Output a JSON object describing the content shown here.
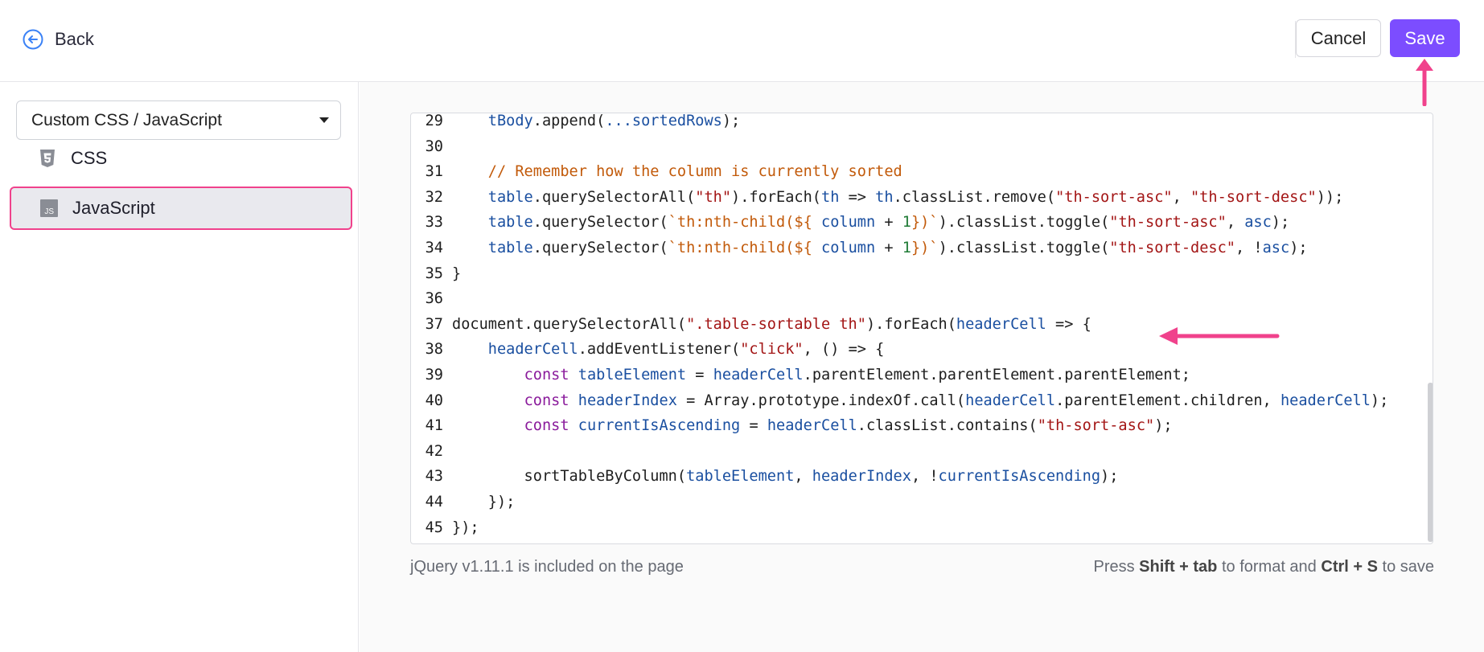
{
  "header": {
    "back_label": "Back",
    "cancel_label": "Cancel",
    "save_label": "Save",
    "accent_color": "#7c4dff"
  },
  "sidebar": {
    "select_value": "Custom CSS / JavaScript",
    "items": [
      {
        "label": "CSS",
        "icon": "css3-icon",
        "selected": false
      },
      {
        "label": "JavaScript",
        "icon": "js-icon",
        "selected": true
      }
    ]
  },
  "editor": {
    "language": "javascript",
    "lines": [
      {
        "n": "29",
        "tokens": [
          [
            "",
            "    "
          ],
          [
            "var",
            "tBody"
          ],
          [
            "",
            ".append("
          ],
          [
            "var",
            "...sortedRows"
          ],
          [
            "",
            ");"
          ]
        ]
      },
      {
        "n": "30",
        "tokens": []
      },
      {
        "n": "31",
        "tokens": [
          [
            "",
            "    "
          ],
          [
            "com",
            "// Remember how the column is currently sorted"
          ]
        ]
      },
      {
        "n": "32",
        "tokens": [
          [
            "",
            "    "
          ],
          [
            "var",
            "table"
          ],
          [
            "",
            ".querySelectorAll("
          ],
          [
            "str",
            "\"th\""
          ],
          [
            "",
            ").forEach("
          ],
          [
            "var",
            "th"
          ],
          [
            "",
            " => "
          ],
          [
            "var",
            "th"
          ],
          [
            "",
            ".classList.remove("
          ],
          [
            "str",
            "\"th-sort-asc\""
          ],
          [
            "",
            ", "
          ],
          [
            "str",
            "\"th-sort-desc\""
          ],
          [
            "",
            "));"
          ]
        ]
      },
      {
        "n": "33",
        "tokens": [
          [
            "",
            "    "
          ],
          [
            "var",
            "table"
          ],
          [
            "",
            ".querySelector("
          ],
          [
            "tpl",
            "`th:nth-child(${"
          ],
          [
            "",
            " "
          ],
          [
            "var",
            "column"
          ],
          [
            "",
            " + "
          ],
          [
            "num",
            "1"
          ],
          [
            "tpl",
            "})`"
          ],
          [
            "",
            ").classList.toggle("
          ],
          [
            "str",
            "\"th-sort-asc\""
          ],
          [
            "",
            ", "
          ],
          [
            "var",
            "asc"
          ],
          [
            "",
            ");"
          ]
        ]
      },
      {
        "n": "34",
        "tokens": [
          [
            "",
            "    "
          ],
          [
            "var",
            "table"
          ],
          [
            "",
            ".querySelector("
          ],
          [
            "tpl",
            "`th:nth-child(${"
          ],
          [
            "",
            " "
          ],
          [
            "var",
            "column"
          ],
          [
            "",
            " + "
          ],
          [
            "num",
            "1"
          ],
          [
            "tpl",
            "})`"
          ],
          [
            "",
            ").classList.toggle("
          ],
          [
            "str",
            "\"th-sort-desc\""
          ],
          [
            "",
            ", !"
          ],
          [
            "var",
            "asc"
          ],
          [
            "",
            ");"
          ]
        ]
      },
      {
        "n": "35",
        "tokens": [
          [
            "",
            "}"
          ]
        ]
      },
      {
        "n": "36",
        "tokens": []
      },
      {
        "n": "37",
        "tokens": [
          [
            "",
            "document.querySelectorAll("
          ],
          [
            "str",
            "\".table-sortable th\""
          ],
          [
            "",
            ").forEach("
          ],
          [
            "var",
            "headerCell"
          ],
          [
            "",
            " => {"
          ]
        ]
      },
      {
        "n": "38",
        "tokens": [
          [
            "",
            "    "
          ],
          [
            "var",
            "headerCell"
          ],
          [
            "",
            ".addEventListener("
          ],
          [
            "str",
            "\"click\""
          ],
          [
            "",
            ", () => {"
          ]
        ]
      },
      {
        "n": "39",
        "tokens": [
          [
            "",
            "        "
          ],
          [
            "kw",
            "const"
          ],
          [
            "",
            " "
          ],
          [
            "var",
            "tableElement"
          ],
          [
            "",
            " = "
          ],
          [
            "var",
            "headerCell"
          ],
          [
            "",
            ".parentElement.parentElement.parentElement;"
          ]
        ]
      },
      {
        "n": "40",
        "tokens": [
          [
            "",
            "        "
          ],
          [
            "kw",
            "const"
          ],
          [
            "",
            " "
          ],
          [
            "var",
            "headerIndex"
          ],
          [
            "",
            " = Array.prototype.indexOf.call("
          ],
          [
            "var",
            "headerCell"
          ],
          [
            "",
            ".parentElement.children, "
          ],
          [
            "var",
            "headerCell"
          ],
          [
            "",
            ");"
          ]
        ]
      },
      {
        "n": "41",
        "tokens": [
          [
            "",
            "        "
          ],
          [
            "kw",
            "const"
          ],
          [
            "",
            " "
          ],
          [
            "var",
            "currentIsAscending"
          ],
          [
            "",
            " = "
          ],
          [
            "var",
            "headerCell"
          ],
          [
            "",
            ".classList.contains("
          ],
          [
            "str",
            "\"th-sort-asc\""
          ],
          [
            "",
            ");"
          ]
        ]
      },
      {
        "n": "42",
        "tokens": []
      },
      {
        "n": "43",
        "tokens": [
          [
            "",
            "        sortTableByColumn("
          ],
          [
            "var",
            "tableElement"
          ],
          [
            "",
            ", "
          ],
          [
            "var",
            "headerIndex"
          ],
          [
            "",
            ", !"
          ],
          [
            "var",
            "currentIsAscending"
          ],
          [
            "",
            ");"
          ]
        ]
      },
      {
        "n": "44",
        "tokens": [
          [
            "",
            "    });"
          ]
        ]
      },
      {
        "n": "45",
        "tokens": [
          [
            "",
            "});"
          ]
        ]
      }
    ]
  },
  "footer": {
    "left_text": "jQuery v1.11.1 is included on the page",
    "right_prefix": "Press ",
    "right_key1": "Shift + tab",
    "right_middle": " to format and ",
    "right_key2": "Ctrl + S",
    "right_suffix": " to save"
  },
  "annotations": {
    "arrow_color": "#f0428c"
  }
}
